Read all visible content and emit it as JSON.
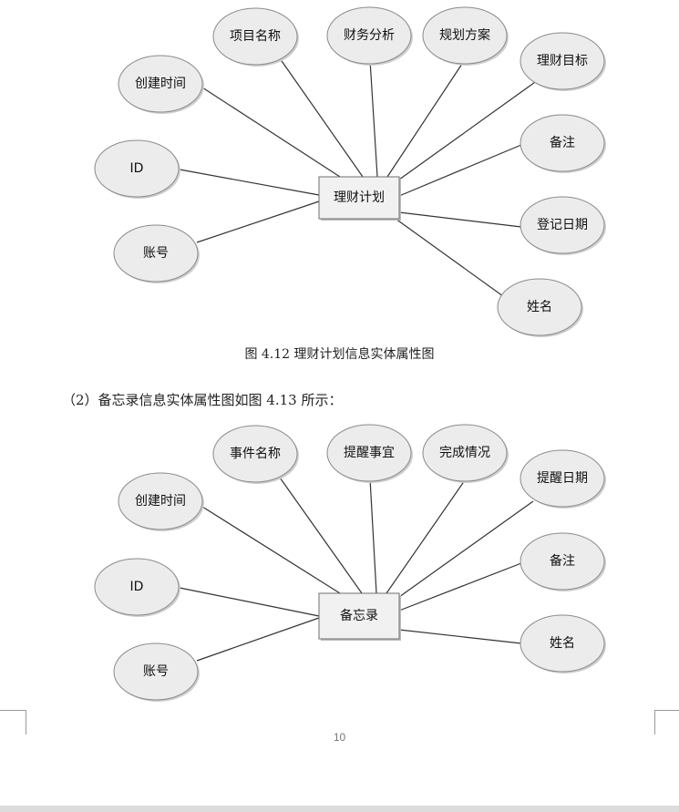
{
  "diagram1": {
    "entity": "理财计划",
    "attributes": [
      "项目名称",
      "财务分析",
      "规划方案",
      "理财目标",
      "创建时间",
      "备注",
      "ID",
      "登记日期",
      "账号",
      "姓名"
    ]
  },
  "caption1": "图 4.12   理财计划信息实体属性图",
  "paragraph": "（2）备忘录信息实体属性图如图 4.13 所示：",
  "diagram2": {
    "entity": "备忘录",
    "attributes": [
      "事件名称",
      "提醒事宜",
      "完成情况",
      "提醒日期",
      "创建时间",
      "备注",
      "ID",
      "姓名",
      "账号"
    ]
  },
  "page_number": "10"
}
